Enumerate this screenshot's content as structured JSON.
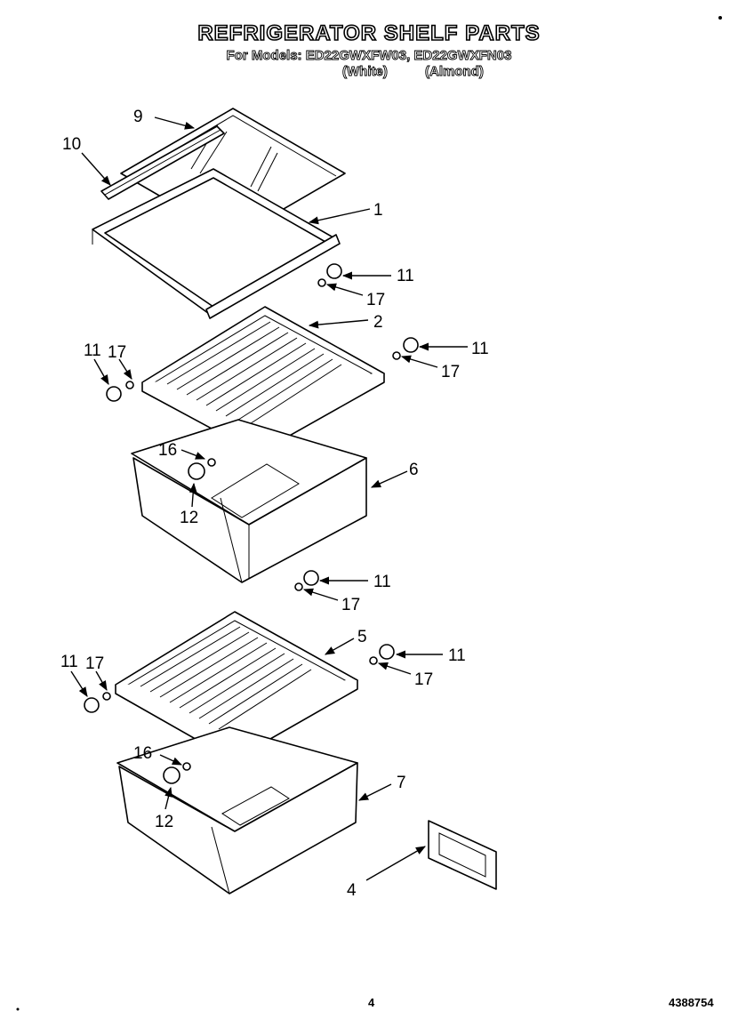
{
  "header": {
    "title": "REFRIGERATOR SHELF PARTS",
    "models": "For Models: ED22GWXFW03, ED22GWXFN03",
    "variant_white": "(White)",
    "variant_almond": "(Almond)"
  },
  "callouts": [
    "9",
    "10",
    "1",
    "11",
    "17",
    "2",
    "11",
    "17",
    "11",
    "17",
    "16",
    "6",
    "12",
    "11",
    "17",
    "5",
    "11",
    "17",
    "11",
    "17",
    "16",
    "7",
    "12",
    "4"
  ],
  "footer": {
    "page_number": "4",
    "part_number": "4388754"
  }
}
